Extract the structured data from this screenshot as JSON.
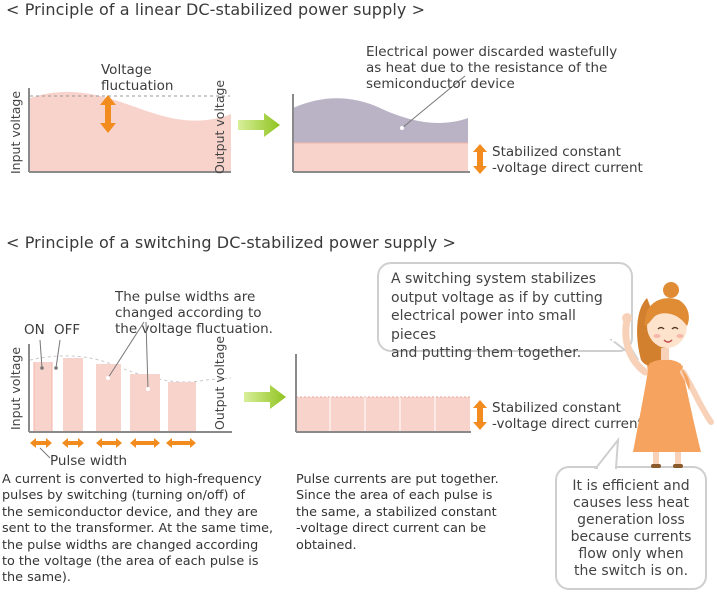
{
  "linear": {
    "title": "< Principle of a linear DC-stabilized power supply >",
    "input_axis": "Input voltage",
    "output_axis": "Output voltage",
    "fluctuation_label": [
      "Voltage",
      "fluctuation"
    ],
    "heat_note": [
      "Electrical power discarded wastefully",
      "as heat due to the resistance of the",
      "semiconductor device"
    ],
    "stabilized": [
      "Stabilized constant",
      "-voltage direct current"
    ]
  },
  "switching": {
    "title": "< Principle of a switching DC-stabilized power supply >",
    "input_axis": "Input voltage",
    "output_axis": "Output voltage",
    "on_label": "ON",
    "off_label": "OFF",
    "pulse_note": [
      "The pulse widths are",
      "changed according to",
      "the voltage fluctuation."
    ],
    "pulse_width": "Pulse width",
    "stabilized": [
      "Stabilized constant",
      "-voltage direct current"
    ],
    "left_para": [
      "A current is converted to high-frequency",
      "pulses by switching (turning on/off) of",
      "the semiconductor device, and they are",
      "sent to the transformer. At the same time,",
      "the pulse widths are changed according",
      "to the voltage (the area of each pulse is",
      "the same)."
    ],
    "mid_para": [
      "Pulse currents are put together.",
      "Since the area of each pulse is",
      "the same, a stabilized constant",
      "-voltage direct current can be",
      "obtained."
    ],
    "bubble_top": [
      "A switching system stabilizes",
      "output voltage as if by cutting",
      "electrical power into small pieces",
      "and putting them together."
    ],
    "bubble_bottom": [
      "It is efficient and",
      "causes less heat",
      "generation loss",
      "because currents",
      "flow only when",
      "the switch is on."
    ]
  },
  "colors": {
    "pink": "#f8d3cc",
    "pink_line": "#f3b3a8",
    "gray_heat": "#b9b3c5",
    "orange": "#f28c1e",
    "green_arrow": "#9cc92e",
    "axis": "#8a8a8a"
  }
}
